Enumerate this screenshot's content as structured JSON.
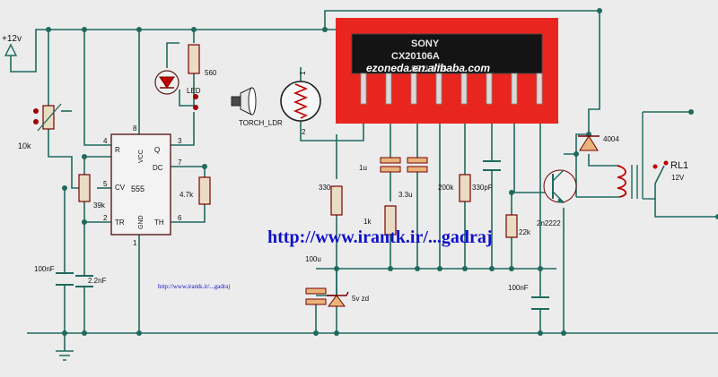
{
  "supply": {
    "label": "+12v"
  },
  "pot": {
    "label": "10k"
  },
  "ic555": {
    "name": "555",
    "pins": {
      "p4": "4",
      "p8": "8",
      "p3": "3",
      "p7": "7",
      "p5": "5",
      "p2": "2",
      "p6": "6",
      "p1": "1"
    },
    "pin_labels": {
      "r": "R",
      "vcc": "VCC",
      "q": "Q",
      "dc": "DC",
      "cv": "CV",
      "tr": "TR",
      "gnd": "GND",
      "th": "TH"
    }
  },
  "resistors": {
    "r39k": "39k",
    "r47k": "4.7k",
    "r560": "560",
    "r330": "330",
    "r1k": "1k",
    "r200k": "200k",
    "r22k": "22k"
  },
  "capacitors": {
    "c100nf_left": "100nF",
    "c22nf": "2.2nF",
    "c1u": "1u",
    "c33u": "3.3u",
    "c330pf": "330pF",
    "c100u": "100u",
    "c100nf_right": "100nF"
  },
  "led": {
    "label": "LED"
  },
  "torch": {
    "label": "TORCH_LDR"
  },
  "ldr": {
    "pin1": "1",
    "pin2": "2"
  },
  "chip": {
    "line1": "SONY",
    "line2": "CX20106A",
    "line3": "822L17B",
    "watermark": "ezoneda.en.alibaba.com"
  },
  "diode": {
    "label": "4004"
  },
  "zener": {
    "label": "5v zd"
  },
  "transistor": {
    "label": "2n2222"
  },
  "relay": {
    "name": "RL1",
    "voltage": "12V"
  },
  "urls": {
    "large": "http://www.irantk.ir/...gadraj",
    "small": "http://www.irantk.ir/...gadraj"
  }
}
